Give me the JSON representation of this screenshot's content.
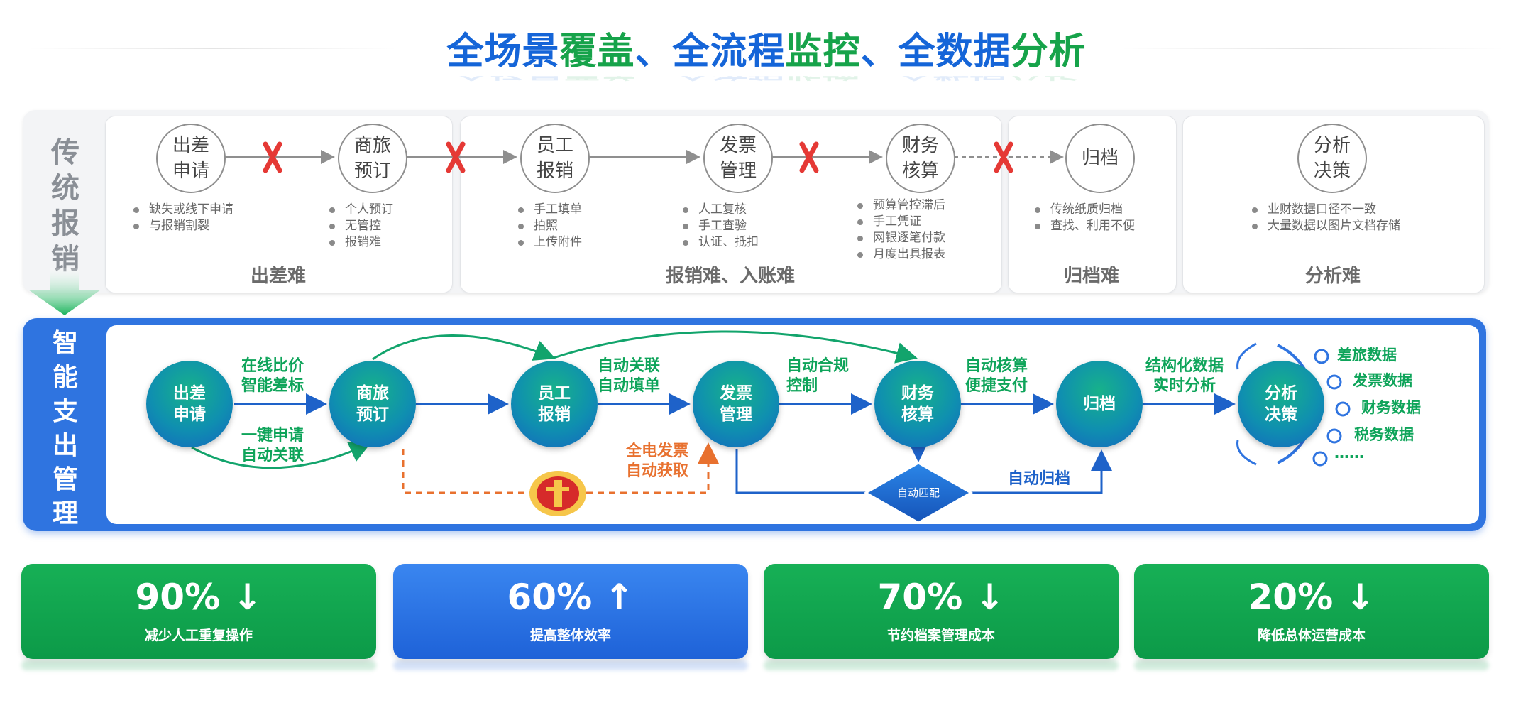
{
  "title": {
    "segments": [
      {
        "text": "全场景",
        "color": "blue"
      },
      {
        "text": "覆盖",
        "color": "green"
      },
      {
        "text": "、全流程",
        "color": "blue"
      },
      {
        "text": "监控",
        "color": "green"
      },
      {
        "text": "、全数据",
        "color": "blue"
      },
      {
        "text": "分析",
        "color": "green"
      }
    ]
  },
  "traditional": {
    "side_label": [
      "传",
      "统",
      "报",
      "销"
    ],
    "nodes": {
      "travel_request": [
        "出差",
        "申请"
      ],
      "travel_booking": [
        "商旅",
        "预订"
      ],
      "employee_claim": [
        "员工",
        "报销"
      ],
      "invoice_mgmt": [
        "发票",
        "管理"
      ],
      "finance_accounting": [
        "财务",
        "核算"
      ],
      "archive": "归档",
      "analysis": [
        "分析",
        "决策"
      ]
    },
    "bullets": {
      "travel_request": [
        "缺失或线下申请",
        "与报销割裂"
      ],
      "travel_booking": [
        "个人预订",
        "无管控",
        "报销难"
      ],
      "employee_claim": [
        "手工填单",
        "拍照",
        "上传附件"
      ],
      "invoice_mgmt": [
        "人工复核",
        "手工查验",
        "认证、抵扣"
      ],
      "finance_accounting": [
        "预算管控滞后",
        "手工凭证",
        "网银逐笔付款",
        "月度出具报表"
      ],
      "archive": [
        "传统纸质归档",
        "查找、利用不便"
      ],
      "analysis": [
        "业财数据口径不一致",
        "大量数据以图片文档存储"
      ]
    },
    "card_labels": [
      "出差难",
      "报销难、入账难",
      "归档难",
      "分析难"
    ]
  },
  "smart": {
    "side_label": [
      "智",
      "能",
      "支",
      "出",
      "管",
      "理"
    ],
    "nodes": {
      "travel_request": [
        "出差",
        "申请"
      ],
      "travel_booking": [
        "商旅",
        "预订"
      ],
      "employee_claim": [
        "员工",
        "报销"
      ],
      "invoice_mgmt": [
        "发票",
        "管理"
      ],
      "finance_accounting": [
        "财务",
        "核算"
      ],
      "archive": "归档",
      "analysis": [
        "分析",
        "决策"
      ]
    },
    "annotations": {
      "online_compare": [
        "在线比价",
        "智能差标"
      ],
      "one_click": [
        "一键申请",
        "自动关联"
      ],
      "auto_link": [
        "自动关联",
        "自动填单"
      ],
      "auto_compliance": [
        "自动合规",
        "控制"
      ],
      "auto_accounting": [
        "自动核算",
        "便捷支付"
      ],
      "structured_data": [
        "结构化数据",
        "实时分析"
      ],
      "e_invoice": [
        "全电发票",
        "自动获取"
      ],
      "auto_archive": "自动归档",
      "auto_match": "自动匹配"
    },
    "data_types": [
      "差旅数据",
      "发票数据",
      "财务数据",
      "税务数据",
      "……"
    ]
  },
  "stats": [
    {
      "value": "90% ↓",
      "caption": "减少人工重复操作",
      "style": "green"
    },
    {
      "value": "60% ↑",
      "caption": "提高整体效率",
      "style": "blue"
    },
    {
      "value": "70% ↓",
      "caption": "节约档案管理成本",
      "style": "green"
    },
    {
      "value": "20% ↓",
      "caption": "降低总体运营成本",
      "style": "green"
    }
  ],
  "colors": {
    "blue": "#1565d8",
    "green": "#16a34a",
    "panel_blue": "#2f74e0",
    "orange": "#e8712f",
    "cross_red": "#e53935"
  }
}
